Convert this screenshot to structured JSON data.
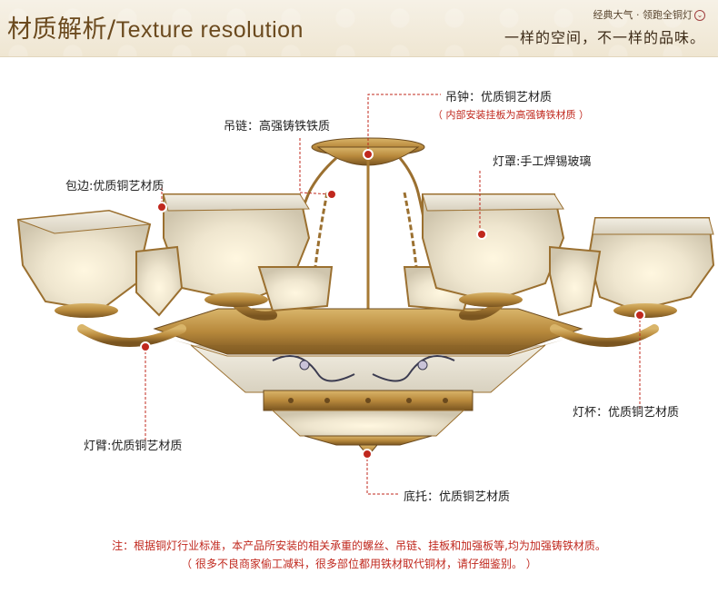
{
  "header": {
    "title_cn": "材质解析",
    "title_sep": "/",
    "title_en": "Texture resolution",
    "slogan_small": "经典大气 · 领跑全铜灯",
    "slogan_icon": "chevron-down-icon",
    "slogan_main": "一样的空间，不一样的品味。"
  },
  "callouts": {
    "hanging_bell": "吊钟：优质铜艺材质",
    "hanging_bell_note": "（ 内部安装挂板为高强铸铁材质 ）",
    "chain": "吊链：高强铸铁铁质",
    "shade": "灯罩:手工焊锡玻璃",
    "trim": "包边:优质铜艺材质",
    "cup": "灯杯：优质铜艺材质",
    "arm": "灯臂:优质铜艺材质",
    "base": "底托：优质铜艺材质"
  },
  "footnotes": {
    "line1": "注：根据铜灯行业标准，本产品所安装的相关承重的螺丝、吊链、挂板和加强板等,均为加强铸铁材质。",
    "line2": "（ 很多不良商家偷工减料，很多部位都用铁材取代铜材，请仔细鉴别。 ）"
  },
  "colors": {
    "brass": "#b8893c",
    "brass_dark": "#7a5520",
    "glass": "#f3efe2",
    "marker": "#c0281e",
    "leader": "#c0281e"
  }
}
